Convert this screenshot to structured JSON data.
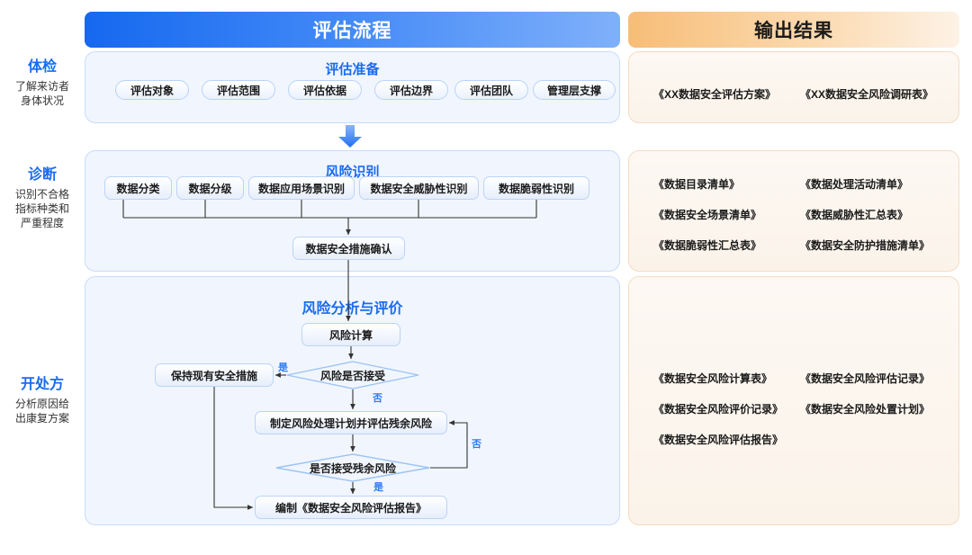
{
  "headers": {
    "process": "评估流程",
    "output": "输出结果",
    "process_gradient_from": "#1668ef",
    "process_gradient_to": "#7fb0fa",
    "output_gradient_from": "#f7bd77",
    "output_gradient_to": "#fdf2e6"
  },
  "accent": {
    "blue": "#1a6cf0",
    "edge_label": "#2f7cf6",
    "panel_bg": "#f1f6fe",
    "panel_border": "#c7dcfb",
    "card_bg": "#fdf8f3",
    "card_border": "#f4dcc2"
  },
  "stages": [
    {
      "name": "体检",
      "desc_line1": "了解来访者",
      "desc_line2": "身体状况"
    },
    {
      "name": "诊断",
      "desc_line1": "识别不合格",
      "desc_line2": "指标种类和",
      "desc_line3": "严重程度"
    },
    {
      "name": "开处方",
      "desc_line1": "分析原因给",
      "desc_line2": "出康复方案"
    }
  ],
  "sections": [
    {
      "title": "评估准备",
      "pills": [
        "评估对象",
        "评估范围",
        "评估依据",
        "评估边界",
        "评估团队",
        "管理层支撑"
      ]
    },
    {
      "title": "风险识别",
      "pills": [
        "数据分类",
        "数据分级",
        "数据应用场景识别",
        "数据安全威胁性识别",
        "数据脆弱性识别"
      ],
      "merge_node": "数据安全措施确认"
    },
    {
      "title": "风险分析与评价",
      "nodes": {
        "risk_calc": "风险计算",
        "keep_measures": "保持现有安全措施",
        "risk_accept": "风险是否接受",
        "treatment_plan": "制定风险处理计划并评估残余风险",
        "residual_accept": "是否接受残余风险",
        "compile_report": "编制《数据安全风险评估报告》"
      },
      "edge_labels": {
        "accept_yes": "是",
        "accept_no": "否",
        "residual_no": "否",
        "residual_yes": "是"
      }
    }
  ],
  "outputs": [
    {
      "col_left": [
        "《XX数据安全评估方案》"
      ],
      "col_right": [
        "《XX数据安全风险调研表》"
      ]
    },
    {
      "col_left": [
        "《数据目录清单》",
        "《数据安全场景清单》",
        "《数据脆弱性汇总表》"
      ],
      "col_right": [
        "《数据处理活动清单》",
        "《数据威胁性汇总表》",
        "《数据安全防护措施清单》"
      ]
    },
    {
      "col_left": [
        "《数据安全风险计算表》",
        "《数据安全风险评价记录》",
        "《数据安全风险评估报告》"
      ],
      "col_right": [
        "《数据安全风险评估记录》",
        "《数据安全风险处置计划》"
      ]
    }
  ]
}
